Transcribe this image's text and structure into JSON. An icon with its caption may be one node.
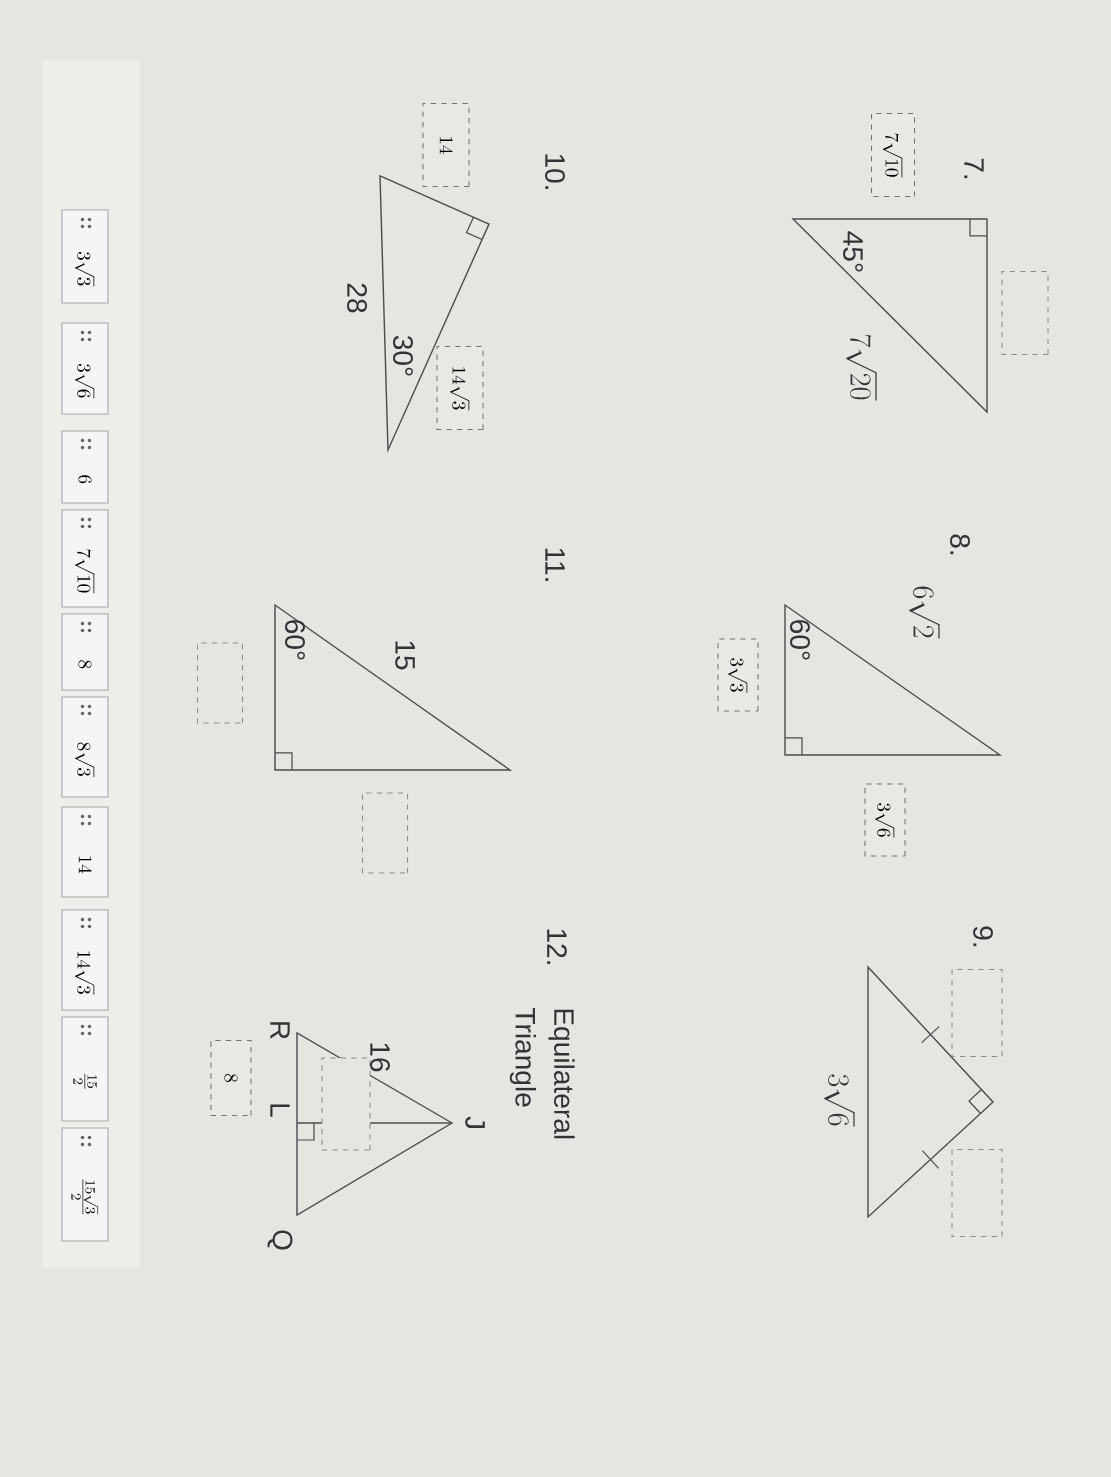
{
  "diagram": {
    "nodes": [
      {
        "text": [],
        "shape": "box"
      },
      {
        "text": [
          "7\\sqrt{10}"
        ]
      },
      {
        "text": [
          "3\\sqrt{3}"
        ]
      },
      {
        "text": [
          "3\\sqrt{6}"
        ]
      },
      {
        "text": [],
        "shape": "box"
      },
      {
        "text": [],
        "shape": "box"
      },
      {
        "text": [
          "14"
        ]
      },
      {
        "text": [
          "14\\sqrt{3}"
        ]
      },
      {
        "text": [],
        "shape": "box"
      },
      {
        "text": [],
        "shape": "box"
      },
      {
        "text": [],
        "shape": "box"
      },
      {
        "text": [
          "8"
        ]
      },
      {
        "text": [
          "3\\sqrt{3}"
        ]
      },
      {
        "text": [
          "3\\sqrt{6}"
        ]
      },
      {
        "text": [
          "6"
        ]
      },
      {
        "text": [
          "7\\sqrt{10}"
        ]
      },
      {
        "text": [
          "8"
        ]
      },
      {
        "text": [
          "8\\sqrt{3}"
        ]
      },
      {
        "text": [
          "14"
        ]
      },
      {
        "text": [
          "14\\sqrt{3}"
        ]
      },
      {
        "text": [
          "\\frac{15}{2}"
        ]
      },
      {
        "text": [
          "\\frac{15\\sqrt{3}}{2}"
        ]
      }
    ],
    "labels": [
      "7.",
      "45°",
      "7\\sqrt{20}",
      "8.",
      "6\\sqrt{2}",
      "60°",
      "9.",
      "3\\sqrt{6}",
      "10.",
      "28",
      "30°",
      "11.",
      "15",
      "60°",
      "12.",
      "Equilateral Triangle",
      "J",
      "16",
      "R",
      "L",
      "Q"
    ]
  }
}
